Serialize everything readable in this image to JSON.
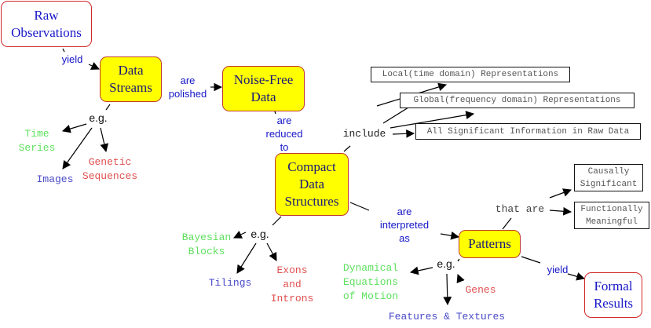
{
  "concepts": {
    "raw_observations": "Raw\nObservations",
    "data_streams": "Data\nStreams",
    "noise_free_data": "Noise-Free\nData",
    "compact_data_structures": "Compact\nData\nStructures",
    "patterns": "Patterns",
    "formal_results": "Formal\nResults"
  },
  "links": {
    "yield_1": "yield",
    "are_polished": "are\npolished",
    "are_reduced_to": "are\nreduced\nto",
    "include": "include",
    "are_interpreted_as": "are\ninterpreted\nas",
    "that_are": "that are",
    "yield_2": "yield",
    "eg_1": "e.g.",
    "eg_2": "e.g.",
    "eg_3": "e.g."
  },
  "examples": {
    "time_series": "Time\nSeries",
    "images": "Images",
    "genetic_sequences": "Genetic\nSequences",
    "bayesian_blocks": "Bayesian\nBlocks",
    "tilings": "Tilings",
    "exons_introns": "Exons\nand\nIntrons",
    "dynamical_equations": "Dynamical\nEquations\nof Motion",
    "features_textures": "Features & Textures",
    "genes": "Genes"
  },
  "boxes": {
    "local": "Local(time domain) Representations",
    "global": "Global(frequency domain) Representations",
    "all_info": "All Significant Information in Raw Data",
    "causally": "Causally\nSignificant",
    "functionally": "Functionally\nMeaningful"
  },
  "colors": {
    "concept_fill": "#ffff00",
    "concept_border": "#c0392b",
    "link_text": "#1414c8",
    "green_example": "#5ee05e",
    "red_example": "#e05050",
    "blue_example": "#4a4ac8"
  }
}
